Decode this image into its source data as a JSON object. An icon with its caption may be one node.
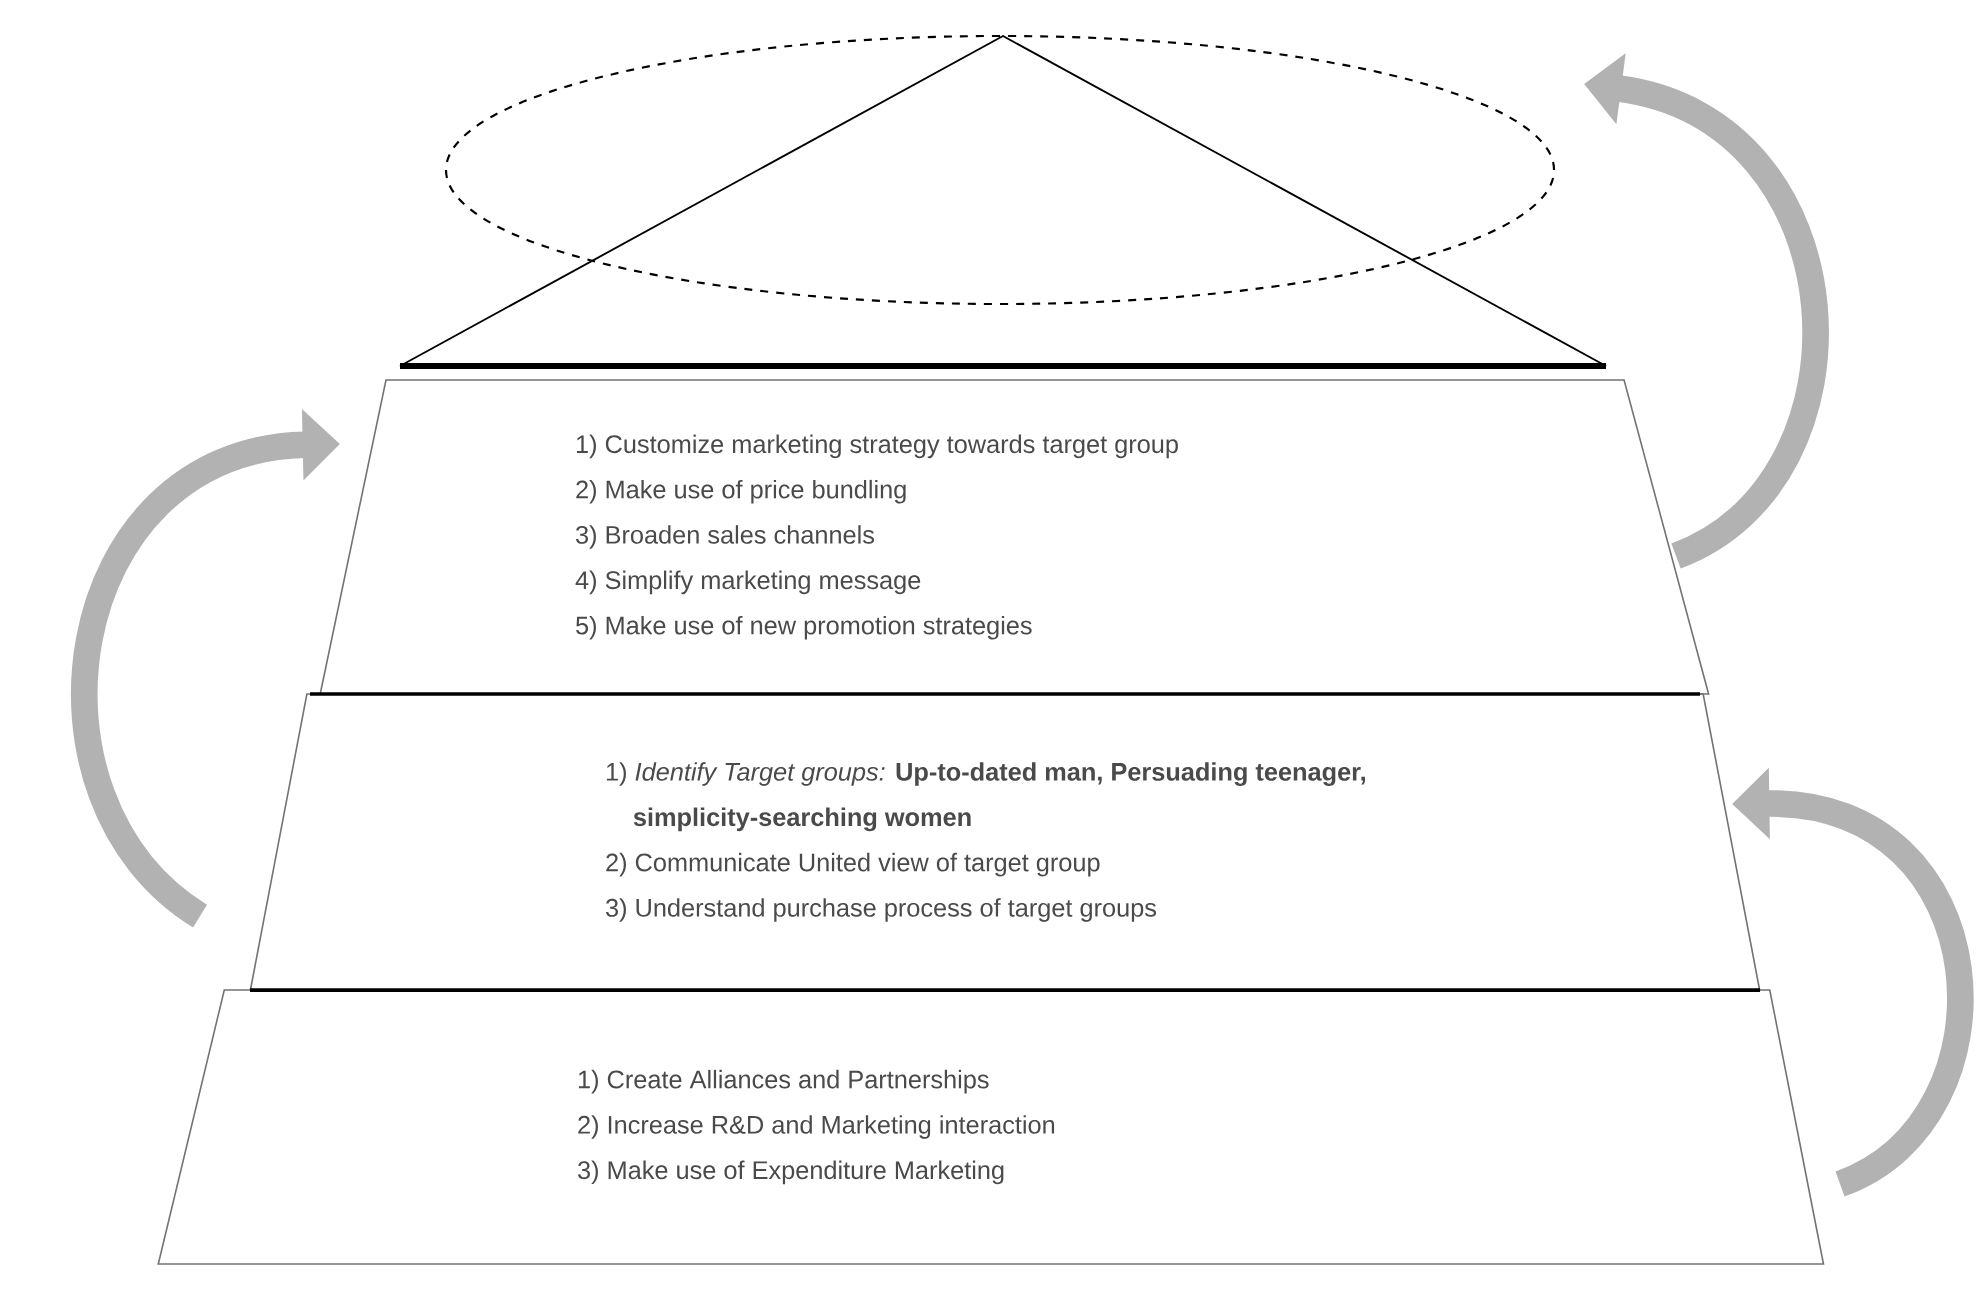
{
  "diagram": {
    "nodes": [
      {
        "text": [],
        "shape": "triangle"
      },
      {
        "text": [
          "1) Customize marketing strategy towards target group",
          "2) Make use of price bundling",
          "3) Broaden sales channels",
          "4) Simplify marketing message",
          "5) Make use of new promotion strategies"
        ]
      },
      {
        "text": [
          "1) *Identify Target groups:* **Up-to-dated man, Persuading teenager, simplicity-searching women**",
          "2) Communicate United view of target group",
          "3) Understand purchase process of target groups"
        ]
      },
      {
        "text": [
          "1) Create Alliances and Partnerships",
          "2) Increase R&D and Marketing interaction",
          "3) Make use of Expenditure Marketing"
        ]
      }
    ],
    "edges": [
      {
        "from": 2,
        "to": 1,
        "arrow": "to"
      },
      {
        "from": 1,
        "to": 0,
        "arrow": "to"
      },
      {
        "from": 3,
        "to": 2,
        "arrow": "to"
      }
    ]
  }
}
